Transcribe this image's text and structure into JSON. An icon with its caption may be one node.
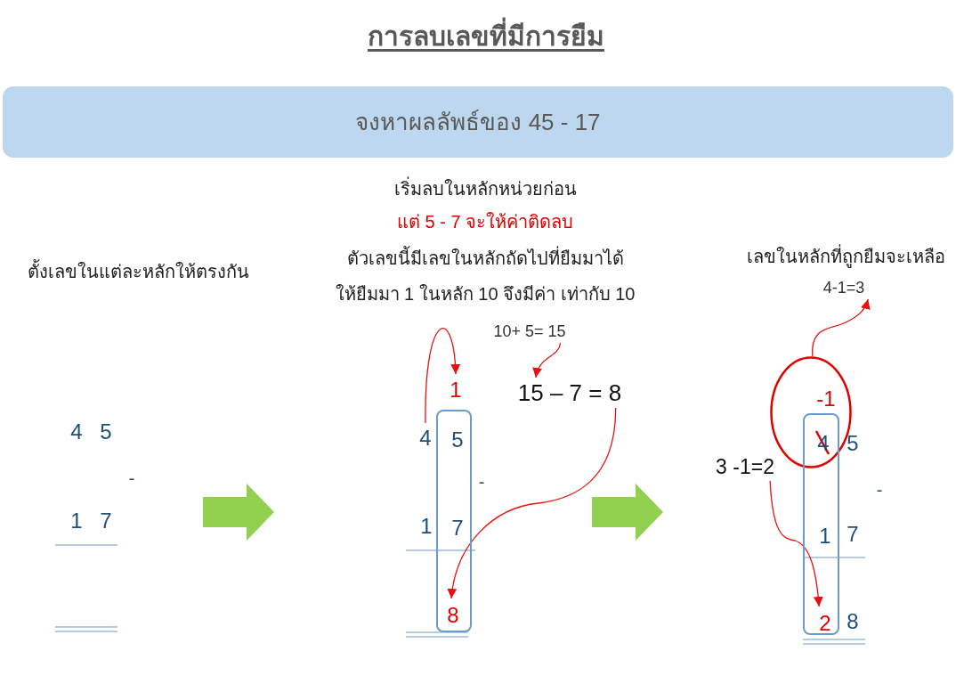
{
  "diagram": {
    "title": "การลบเลขที่มีการยืม",
    "nodes": [
      {
        "text": [
          "จงหาผลลัพธ์ของ 45 - 17"
        ]
      },
      {
        "text": [
          "1"
        ]
      },
      {
        "text": [
          "10+ 5= 15"
        ]
      },
      {
        "text": [
          "15 – 7 = 8"
        ]
      },
      {
        "text": [],
        "shape": "box"
      },
      {
        "text": [
          "5"
        ],
        "in": 4
      },
      {
        "text": [
          "4"
        ]
      },
      {
        "text": [
          "7"
        ],
        "in": 4
      },
      {
        "text": [
          "8"
        ],
        "in": 4
      },
      {
        "text": [
          "4-1=3"
        ]
      },
      {
        "text": [
          "-1"
        ]
      },
      {
        "text": [],
        "shape": "box"
      },
      {
        "text": [
          "4"
        ]
      },
      {
        "text": [
          "3 -1=2"
        ]
      },
      {
        "text": [
          "1"
        ],
        "in": 11
      },
      {
        "text": [
          "2"
        ],
        "in": 11
      }
    ],
    "edges": [
      {
        "from": 6,
        "to": 1,
        "arrow": "to"
      },
      {
        "from": 2,
        "to": 3,
        "arrow": "to"
      },
      {
        "from": 3,
        "to": 8,
        "arrow": "to"
      },
      {
        "from": 10,
        "to": 9,
        "arrow": "to"
      },
      {
        "from": 13,
        "to": 15,
        "arrow": "to"
      }
    ],
    "labels": [
      "เริ่มลบในหลักหน่วยก่อน",
      "แต่ 5 - 7 จะให้ค่าติดลบ",
      "เลขในหลักที่ถูกยืมจะเหลือ",
      "ตัวเลขนี้มีเลขในหลักถัดไปที่ยืมมาได้",
      "ตั้งเลขในแต่ละหลักให้ตรงกัน",
      "ให้ยืมมา 1 ในหลัก 10 จึงมีค่า เท่ากับ 10",
      "4",
      "5",
      "-",
      "1",
      "7",
      "-",
      "1",
      "5",
      "-",
      "7",
      "8"
    ]
  }
}
